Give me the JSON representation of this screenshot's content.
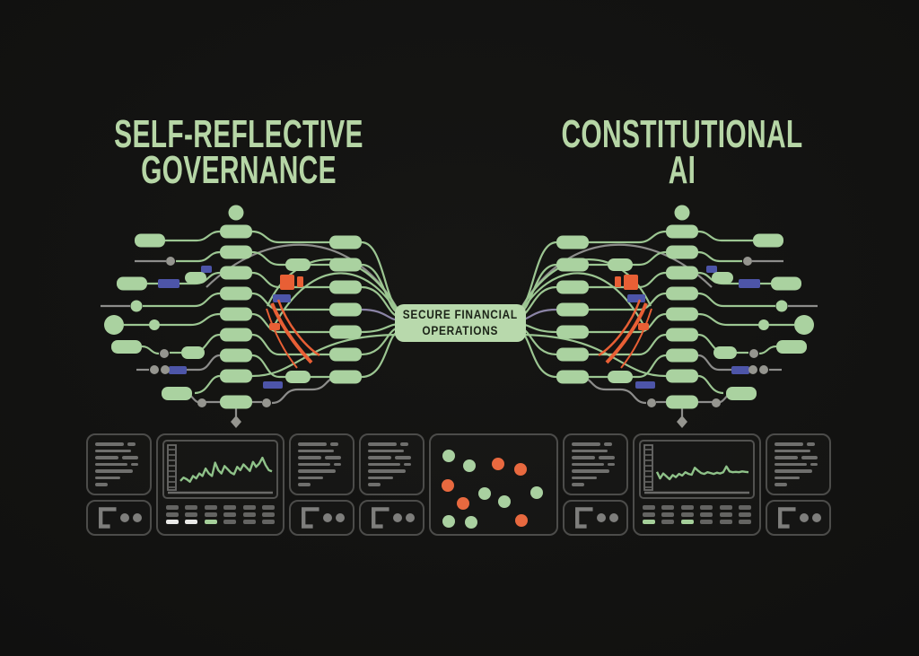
{
  "titles": {
    "left": {
      "line1": "SELF-REFLECTIVE",
      "line2": "GOVERNANCE"
    },
    "right": {
      "line1": "CONSTITUTIONAL",
      "line2": "AI"
    }
  },
  "center_box": {
    "line1": "SECURE FINANCIAL",
    "line2": "OPERATIONS",
    "fill": "#b8d9ac",
    "text_color": "#1c2418"
  },
  "palette": {
    "background": "#111110",
    "title_green": "#b6d6a6",
    "node_green": "#aad2a0",
    "wire_green": "#9cc692",
    "wire_gray": "#8d8d8b",
    "accent_orange": "#e85f35",
    "accent_blue": "#4d55a8",
    "accent_purple": "#8b84a6",
    "panel_border": "#4c4c4a",
    "panel_text_line": "#6f6f6d",
    "dash_base": "#646462",
    "dash_white": "#e9e9e7",
    "dash_green": "#a5cf9a",
    "spark_green": "#8fc289",
    "scatter_green": "#a9d0a0",
    "scatter_orange": "#e8693f"
  },
  "icons": {
    "bracket": "terminal-bracket-icon",
    "dots": "status-dots-icon",
    "diamond": "diamond-terminal-icon",
    "circle": "input-terminal-icon"
  },
  "chart_data": [
    {
      "id": "sparkline-left",
      "type": "line",
      "title": "",
      "xlabel": "",
      "ylabel": "",
      "legend": false,
      "grid": false,
      "color": "#8fc289",
      "ylim": [
        0,
        100
      ],
      "values": [
        22,
        30,
        26,
        20,
        34,
        28,
        40,
        34,
        52,
        40,
        34,
        66,
        48,
        40,
        58,
        50,
        42,
        38,
        56,
        48,
        62,
        54,
        46,
        68,
        56,
        64,
        78,
        60,
        48,
        45
      ]
    },
    {
      "id": "sparkline-right",
      "type": "line",
      "title": "",
      "xlabel": "",
      "ylabel": "",
      "legend": false,
      "grid": false,
      "color": "#8fc289",
      "ylim": [
        0,
        100
      ],
      "values": [
        44,
        28,
        40,
        33,
        26,
        36,
        31,
        39,
        35,
        43,
        39,
        37,
        54,
        47,
        41,
        39,
        43,
        41,
        39,
        42,
        40,
        43,
        57,
        45,
        43,
        44,
        43,
        45,
        44,
        43
      ]
    },
    {
      "id": "scatter-grid",
      "type": "scatter",
      "title": "",
      "xlabel": "",
      "ylabel": "",
      "legend": false,
      "grid": false,
      "point_radius": 7,
      "points": [
        {
          "x": 20,
          "y": 23,
          "c": "green"
        },
        {
          "x": 43,
          "y": 34,
          "c": "green"
        },
        {
          "x": 75,
          "y": 32,
          "c": "orange"
        },
        {
          "x": 100,
          "y": 38,
          "c": "orange"
        },
        {
          "x": 19,
          "y": 56,
          "c": "orange"
        },
        {
          "x": 60,
          "y": 65,
          "c": "green"
        },
        {
          "x": 82,
          "y": 74,
          "c": "green"
        },
        {
          "x": 118,
          "y": 64,
          "c": "green"
        },
        {
          "x": 36,
          "y": 76,
          "c": "orange"
        },
        {
          "x": 20,
          "y": 96,
          "c": "green"
        },
        {
          "x": 45,
          "y": 97,
          "c": "green"
        },
        {
          "x": 101,
          "y": 95,
          "c": "orange"
        }
      ]
    }
  ],
  "dashboard": {
    "text_card_rows": [
      [
        32,
        9
      ],
      [
        40
      ],
      [
        26,
        18
      ],
      [
        36,
        8
      ],
      [
        42
      ],
      [
        28
      ],
      [
        14
      ]
    ],
    "dash_grid": {
      "rows": 3,
      "cols": 6
    },
    "dash_highlights": {
      "left": [
        [
          2,
          0,
          "#e9e9e7"
        ],
        [
          2,
          1,
          "#e9e9e7"
        ],
        [
          2,
          2,
          "#a5cf9a"
        ]
      ],
      "right": [
        [
          2,
          0,
          "#a5cf9a"
        ],
        [
          2,
          2,
          "#a5cf9a"
        ]
      ]
    },
    "panels": [
      {
        "type": "text"
      },
      {
        "type": "chart",
        "spark": 0,
        "dash": "left"
      },
      {
        "type": "text"
      },
      {
        "type": "text"
      },
      {
        "type": "scatter",
        "chart": 2
      },
      {
        "type": "text"
      },
      {
        "type": "chart",
        "spark": 1,
        "dash": "right"
      },
      {
        "type": "text"
      }
    ]
  }
}
